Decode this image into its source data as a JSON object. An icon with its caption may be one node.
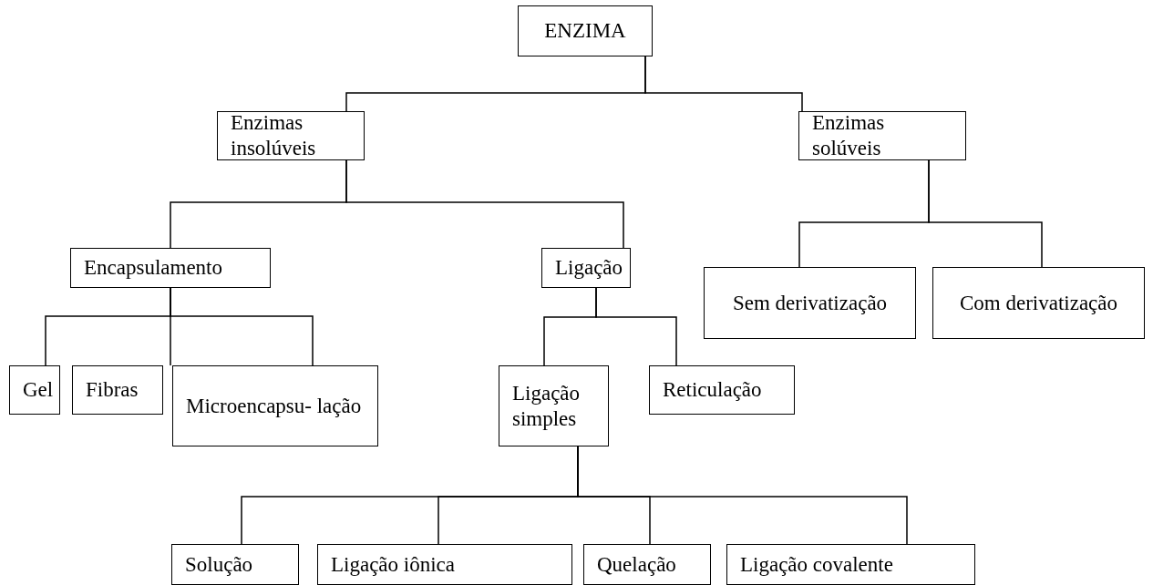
{
  "diagram": {
    "nodes": [
      {
        "text": [
          "ENZIMA"
        ]
      },
      {
        "text": [
          "Enzimas insolúveis"
        ]
      },
      {
        "text": [
          "Enzimas solúveis"
        ]
      },
      {
        "text": [
          "Encapsulamento"
        ]
      },
      {
        "text": [
          "Ligação"
        ]
      },
      {
        "text": [
          "Sem derivatização"
        ]
      },
      {
        "text": [
          "Com derivatização"
        ]
      },
      {
        "text": [
          "Gel"
        ]
      },
      {
        "text": [
          "Fibras"
        ]
      },
      {
        "text": [
          "Microencapsu- lação"
        ]
      },
      {
        "text": [
          "Ligação simples"
        ]
      },
      {
        "text": [
          "Reticulação"
        ]
      },
      {
        "text": [
          "Solução"
        ]
      },
      {
        "text": [
          "Ligação iônica"
        ]
      },
      {
        "text": [
          "Quelação"
        ]
      },
      {
        "text": [
          "Ligação covalente"
        ]
      }
    ],
    "edges": [
      {
        "from": 0,
        "to": 1,
        "arrow": "none"
      },
      {
        "from": 0,
        "to": 2,
        "arrow": "none"
      },
      {
        "from": 1,
        "to": 3,
        "arrow": "none"
      },
      {
        "from": 1,
        "to": 4,
        "arrow": "none"
      },
      {
        "from": 2,
        "to": 5,
        "arrow": "none"
      },
      {
        "from": 2,
        "to": 6,
        "arrow": "none"
      },
      {
        "from": 3,
        "to": 7,
        "arrow": "none"
      },
      {
        "from": 3,
        "to": 8,
        "arrow": "none"
      },
      {
        "from": 3,
        "to": 9,
        "arrow": "none"
      },
      {
        "from": 4,
        "to": 10,
        "arrow": "none"
      },
      {
        "from": 4,
        "to": 11,
        "arrow": "none"
      },
      {
        "from": 10,
        "to": 12,
        "arrow": "none"
      },
      {
        "from": 10,
        "to": 13,
        "arrow": "none"
      },
      {
        "from": 10,
        "to": 14,
        "arrow": "none"
      },
      {
        "from": 10,
        "to": 15,
        "arrow": "none"
      }
    ]
  }
}
